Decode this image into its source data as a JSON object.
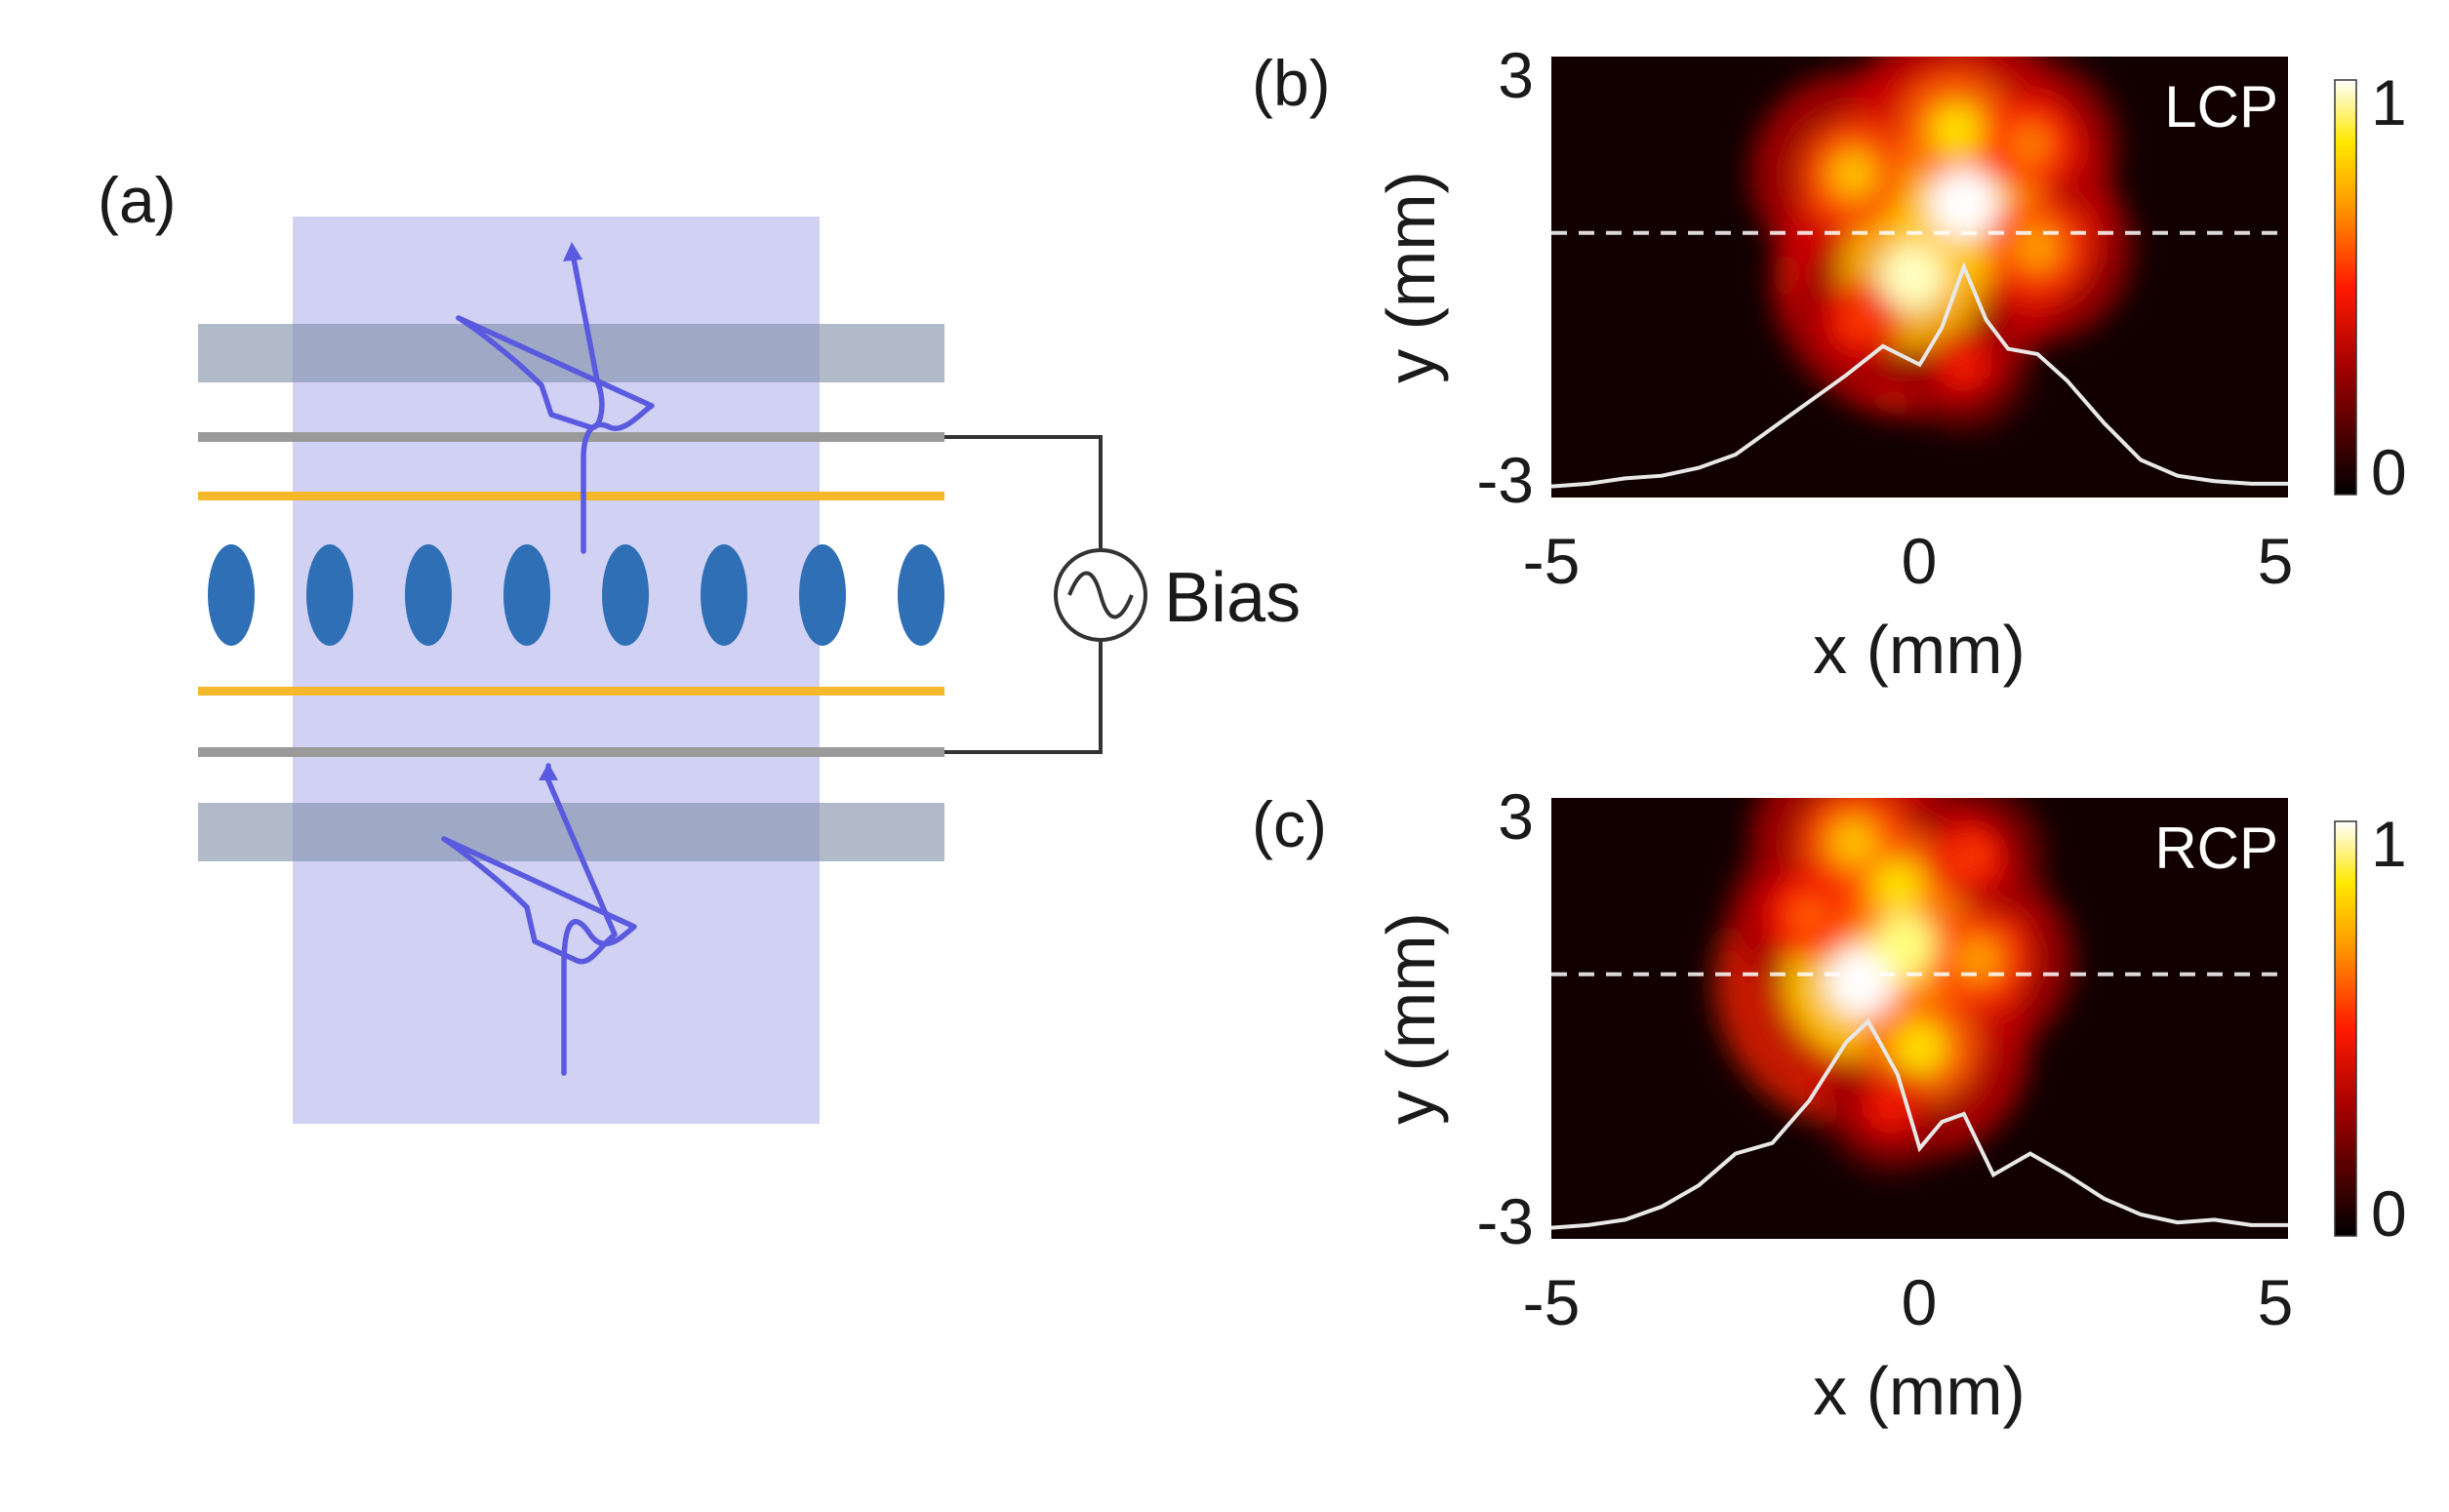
{
  "figure": {
    "panel_a": {
      "label": "(a)",
      "bias_label": "Bias",
      "colors": {
        "beam": "#b4b4ee",
        "substrate": "#7f8fa8",
        "electrode": "#9a9a9a",
        "alignment_layer": "#f4b82a",
        "lc_molecule": "#2f6fb6",
        "wave": "#5a5ae0",
        "wire": "#333333"
      },
      "lc_molecule_count": 8,
      "icons": [
        "ac-source-icon",
        "wave-arrow-icon"
      ]
    },
    "panel_b": {
      "label": "(b)",
      "polarization": "LCP",
      "xlabel": "x (mm)",
      "ylabel": "y (mm)",
      "xticks": [
        "-5",
        "0",
        "5"
      ],
      "yticks": [
        "3",
        "-3"
      ],
      "colorbar_ticks": [
        "1",
        "0"
      ]
    },
    "panel_c": {
      "label": "(c)",
      "polarization": "RCP",
      "xlabel": "x (mm)",
      "ylabel": "y (mm)",
      "xticks": [
        "-5",
        "0",
        "5"
      ],
      "yticks": [
        "3",
        "-3"
      ],
      "colorbar_ticks": [
        "1",
        "0"
      ]
    }
  },
  "chart_data": [
    {
      "type": "heatmap",
      "title": "LCP",
      "xlabel": "x (mm)",
      "ylabel": "y (mm)",
      "xlim": [
        -5,
        5
      ],
      "ylim": [
        -3,
        3
      ],
      "colorbar_range": [
        0,
        1
      ],
      "colormap": "hot",
      "dashed_line_y": 0.6,
      "hotspots": [
        {
          "x": 0.6,
          "y": 1.0,
          "intensity": 1.0
        },
        {
          "x": -0.1,
          "y": 0.0,
          "intensity": 0.95
        },
        {
          "x": 0.5,
          "y": 2.0,
          "intensity": 0.75
        },
        {
          "x": -0.9,
          "y": 1.4,
          "intensity": 0.7
        },
        {
          "x": 1.6,
          "y": 0.4,
          "intensity": 0.65
        },
        {
          "x": 1.5,
          "y": 1.8,
          "intensity": 0.6
        },
        {
          "x": -0.8,
          "y": -0.6,
          "intensity": 0.5
        },
        {
          "x": 0.6,
          "y": -1.2,
          "intensity": 0.45
        }
      ],
      "profile": {
        "x": [
          -5,
          -4.5,
          -4,
          -3.5,
          -3,
          -2.5,
          -2,
          -1.5,
          -1,
          -0.5,
          0,
          0.3,
          0.6,
          0.9,
          1.2,
          1.6,
          2,
          2.5,
          3,
          3.5,
          4,
          4.5,
          5
        ],
        "y": [
          0.02,
          0.03,
          0.05,
          0.06,
          0.09,
          0.14,
          0.24,
          0.34,
          0.44,
          0.55,
          0.48,
          0.62,
          0.85,
          0.65,
          0.54,
          0.52,
          0.42,
          0.26,
          0.12,
          0.06,
          0.04,
          0.03,
          0.03
        ]
      }
    },
    {
      "type": "heatmap",
      "title": "RCP",
      "xlabel": "x (mm)",
      "ylabel": "y (mm)",
      "xlim": [
        -5,
        5
      ],
      "ylim": [
        -3,
        3
      ],
      "colorbar_range": [
        0,
        1
      ],
      "colormap": "hot",
      "dashed_line_y": 0.6,
      "hotspots": [
        {
          "x": -0.8,
          "y": 0.5,
          "intensity": 1.0
        },
        {
          "x": -0.2,
          "y": 1.0,
          "intensity": 0.9
        },
        {
          "x": -0.3,
          "y": 1.8,
          "intensity": 0.75
        },
        {
          "x": -0.9,
          "y": 2.4,
          "intensity": 0.7
        },
        {
          "x": 0.0,
          "y": -0.4,
          "intensity": 0.75
        },
        {
          "x": 0.8,
          "y": 0.8,
          "intensity": 0.65
        },
        {
          "x": -1.5,
          "y": 1.4,
          "intensity": 0.55
        },
        {
          "x": 0.7,
          "y": 2.2,
          "intensity": 0.5
        },
        {
          "x": -0.4,
          "y": -1.2,
          "intensity": 0.45
        }
      ],
      "profile": {
        "x": [
          -5,
          -4.5,
          -4,
          -3.5,
          -3,
          -2.5,
          -2,
          -1.5,
          -1,
          -0.7,
          -0.3,
          0,
          0.3,
          0.6,
          1,
          1.5,
          2,
          2.5,
          3,
          3.5,
          4,
          4.5,
          5
        ],
        "y": [
          0.02,
          0.03,
          0.05,
          0.1,
          0.18,
          0.3,
          0.34,
          0.5,
          0.72,
          0.8,
          0.6,
          0.32,
          0.42,
          0.45,
          0.22,
          0.3,
          0.22,
          0.13,
          0.07,
          0.04,
          0.05,
          0.03,
          0.03
        ]
      }
    }
  ]
}
